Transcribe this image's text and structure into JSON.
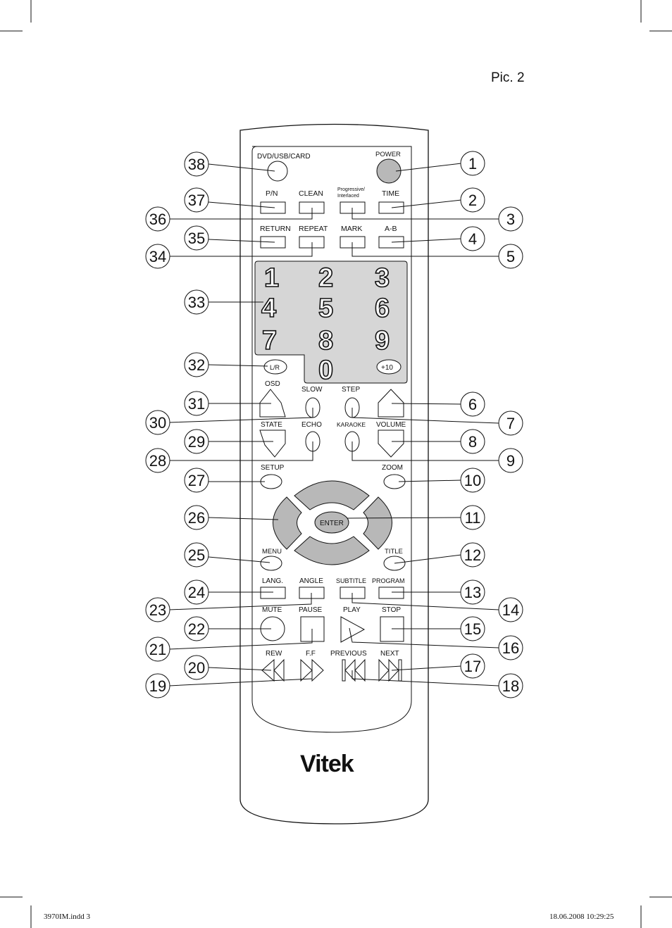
{
  "pic_label": "Pic. 2",
  "brand": "Vitek",
  "footer": {
    "left": "3970IM.indd   3",
    "right": "18.06.2008   10:29:25"
  },
  "labels": {
    "dvd_usb_card": "DVD/USB/CARD",
    "power": "POWER",
    "pn": "P/N",
    "clean": "CLEAN",
    "prog1": "Progressive/",
    "prog2": "Interlaced",
    "time": "TIME",
    "return": "RETURN",
    "repeat": "REPEAT",
    "mark": "MARK",
    "ab": "A-B",
    "lr": "L/R",
    "plus10": "+10",
    "osd": "OSD",
    "slow": "SLOW",
    "step": "STEP",
    "state": "STATE",
    "echo": "ECHO",
    "karaoke": "KARAOKE",
    "volume": "VOLUME",
    "setup": "SETUP",
    "zoom": "ZOOM",
    "enter": "ENTER",
    "menu": "MENU",
    "title": "TITLE",
    "lang": "LANG.",
    "angle": "ANGLE",
    "subtitle": "SUBTITLE",
    "program": "PROGRAM",
    "mute": "MUTE",
    "pause": "PAUSE",
    "play": "PLAY",
    "stop": "STOP",
    "rew": "REW",
    "ff": "F.F",
    "previous": "PREVIOUS",
    "next": "NEXT"
  },
  "digits": [
    "1",
    "2",
    "3",
    "4",
    "5",
    "6",
    "7",
    "8",
    "9",
    "0"
  ],
  "callouts": [
    "1",
    "2",
    "3",
    "4",
    "5",
    "6",
    "7",
    "8",
    "9",
    "10",
    "11",
    "12",
    "13",
    "14",
    "15",
    "16",
    "17",
    "18",
    "19",
    "20",
    "21",
    "22",
    "23",
    "24",
    "25",
    "26",
    "27",
    "28",
    "29",
    "30",
    "31",
    "32",
    "33",
    "34",
    "35",
    "36",
    "37",
    "38"
  ],
  "colors": {
    "button_gray": "#b8b8b8",
    "keypad_gray": "#d6d6d6",
    "line": "#111111"
  }
}
